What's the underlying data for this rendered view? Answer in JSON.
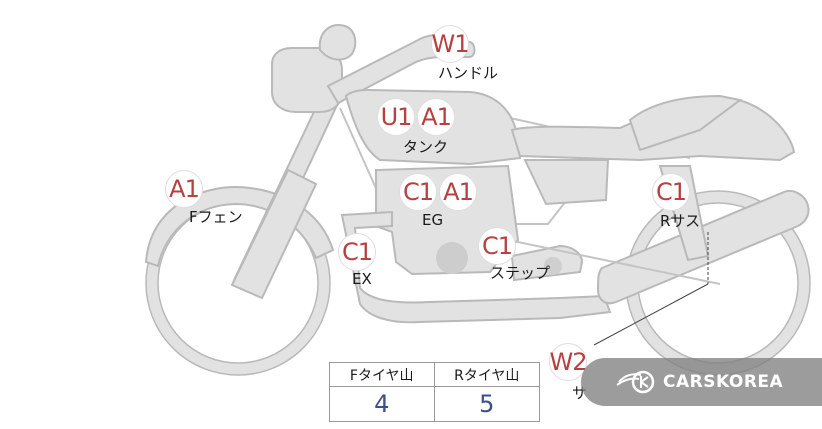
{
  "markers": {
    "handle": [
      "W1"
    ],
    "tank": [
      "U1",
      "A1"
    ],
    "front_fender": [
      "A1"
    ],
    "engine": [
      "C1",
      "A1"
    ],
    "exhaust": [
      "C1"
    ],
    "step": [
      "C1"
    ],
    "rear_suspension": [
      "C1"
    ],
    "side": [
      "W2"
    ]
  },
  "labels": {
    "handle": "ハンドル",
    "tank": "タンク",
    "front_fender": "Fフェン",
    "engine": "EG",
    "exhaust": "EX",
    "step": "ステップ",
    "rear_suspension": "Rサス",
    "side": "サ"
  },
  "tread": {
    "front_header": "Fタイヤ山",
    "rear_header": "Rタイヤ山",
    "front_value": "4",
    "rear_value": "5"
  },
  "watermark": {
    "brand": "CARSKOREA",
    "icon": "carskorea-logo-icon"
  },
  "colors": {
    "marker_text": "#b64141",
    "tread_value": "#3b4f8e",
    "bike_fill": "#e2e2e2"
  }
}
